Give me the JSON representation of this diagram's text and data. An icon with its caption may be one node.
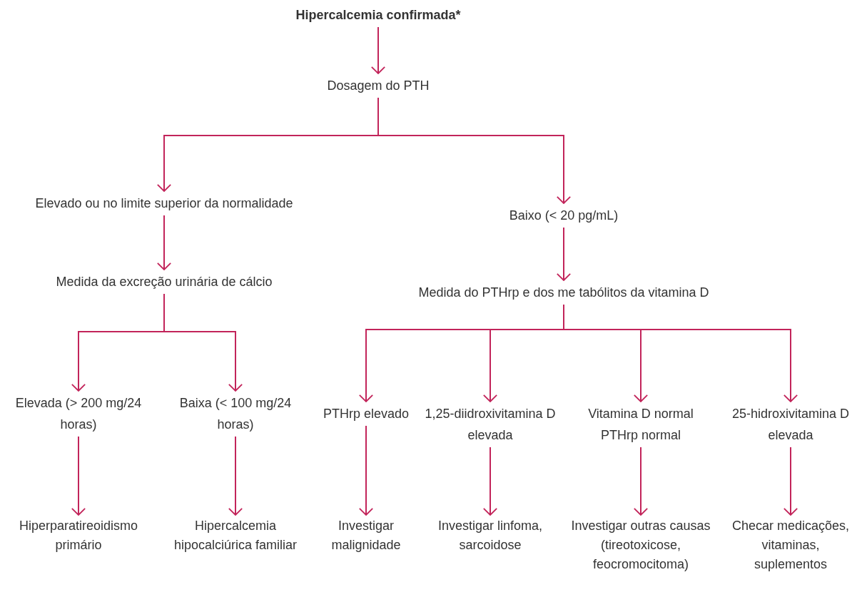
{
  "diagram": {
    "nodes": [
      {
        "text": [
          "Hipercalcemia confirmada*"
        ]
      },
      {
        "text": [
          "Dosagem do PTH"
        ]
      },
      {
        "text": [
          "Elevado ou no limite superior da normalidade"
        ]
      },
      {
        "text": [
          "Baixo (< 20 pg/mL)"
        ]
      },
      {
        "text": [
          "Medida da excreção urinária de cálcio"
        ]
      },
      {
        "text": [
          "Medida do PTHrp e dos me tabólitos da vitamina D"
        ]
      },
      {
        "text": [
          "Elevada (> 200 mg/24 horas)"
        ]
      },
      {
        "text": [
          "Baixa (< 100 mg/24 horas)"
        ]
      },
      {
        "text": [
          "PTHrp elevado"
        ]
      },
      {
        "text": [
          "1,25-diidroxivitamina D elevada"
        ]
      },
      {
        "text": [
          "Vitamina D normal PTHrp normal"
        ]
      },
      {
        "text": [
          "25-hidroxivitamina D elevada"
        ]
      },
      {
        "text": [
          "Hiperparatireoidismo primário"
        ]
      },
      {
        "text": [
          "Hipercalcemia hipocalciúrica familiar"
        ]
      },
      {
        "text": [
          "Investigar malignidade"
        ]
      },
      {
        "text": [
          "Investigar linfoma, sarcoidose"
        ]
      },
      {
        "text": [
          "Investigar outras causas (tireotoxicose, feocromocitoma)"
        ]
      },
      {
        "text": [
          "Checar medicações, vitaminas, suplementos"
        ]
      }
    ],
    "edges": [
      {
        "from": 0,
        "to": 1,
        "arrow": "to"
      },
      {
        "from": 1,
        "to": 2,
        "arrow": "to"
      },
      {
        "from": 1,
        "to": 3,
        "arrow": "to"
      },
      {
        "from": 2,
        "to": 4,
        "arrow": "to"
      },
      {
        "from": 3,
        "to": 5,
        "arrow": "to"
      },
      {
        "from": 4,
        "to": 6,
        "arrow": "to"
      },
      {
        "from": 4,
        "to": 7,
        "arrow": "to"
      },
      {
        "from": 5,
        "to": 8,
        "arrow": "to"
      },
      {
        "from": 5,
        "to": 9,
        "arrow": "to"
      },
      {
        "from": 5,
        "to": 10,
        "arrow": "to"
      },
      {
        "from": 5,
        "to": 11,
        "arrow": "to"
      },
      {
        "from": 6,
        "to": 12,
        "arrow": "to"
      },
      {
        "from": 7,
        "to": 13,
        "arrow": "to"
      },
      {
        "from": 8,
        "to": 14,
        "arrow": "to"
      },
      {
        "from": 9,
        "to": 15,
        "arrow": "to"
      },
      {
        "from": 10,
        "to": 16,
        "arrow": "to"
      },
      {
        "from": 11,
        "to": 17,
        "arrow": "to"
      }
    ]
  }
}
